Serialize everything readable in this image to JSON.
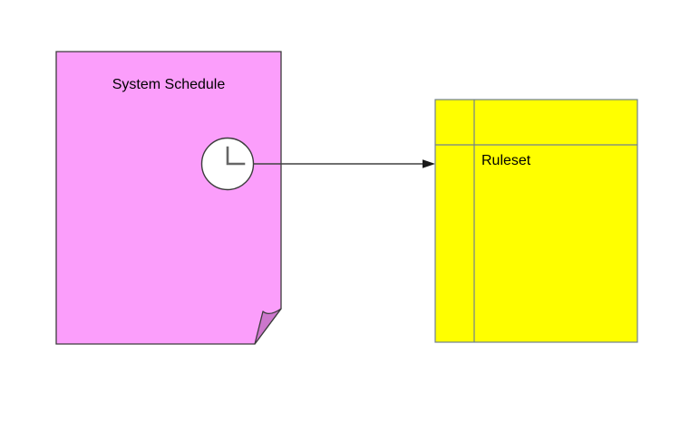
{
  "diagram": {
    "background_color": "#ffffff",
    "document": {
      "label": "System Schedule",
      "fill_color": "#fb9efb",
      "fold_color": "#cc77cc",
      "border_color": "#3c3c3c"
    },
    "timer": {
      "icon": "clock-icon",
      "face_color": "#ffffff",
      "hands_color": "#666666",
      "border_color": "#3c3c3c"
    },
    "connector": {
      "style": "arrow-right",
      "color": "#404040"
    },
    "ruleset": {
      "label": "Ruleset",
      "fill_color": "#ffff00",
      "border_color": "#708090"
    }
  }
}
